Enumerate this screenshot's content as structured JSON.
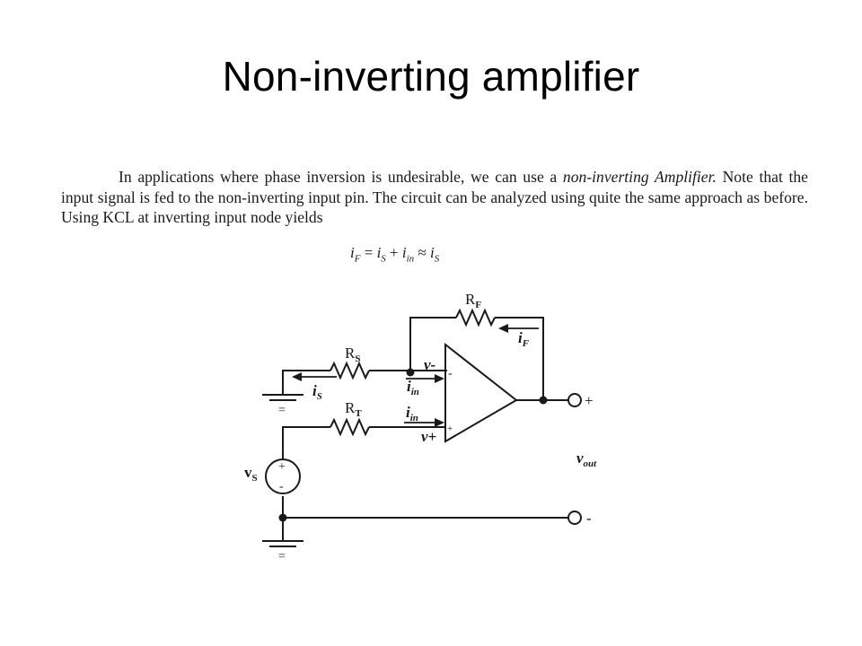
{
  "slide": {
    "title": "Non-inverting amplifier"
  },
  "paragraph": {
    "line1_start": "In applications where phase inversion is undesirable, we can use a ",
    "line1_em": "non-inverting Amplifier.",
    "line1_rest": "  Note that the input signal is fed to the non-inverting input pin. The circuit can be analyzed using quite the same approach as before. Using KCL at inverting input node yields"
  },
  "equation": {
    "iF": "i",
    "iF_sub": "F",
    "eq": " = ",
    "iS": "i",
    "iS_sub": "S",
    "plus": " + ",
    "iin": "i",
    "iin_sub": "in",
    "approx": " ≈ ",
    "iS2": "i",
    "iS2_sub": "S"
  },
  "circuit": {
    "labels": {
      "RF": "R",
      "RF_sub": "F",
      "RS": "R",
      "RS_sub": "S",
      "RT": "R",
      "RT_sub": "T",
      "iF": "i",
      "iF_sub": "F",
      "iS": "i",
      "iS_sub": "S",
      "iin_top": "i",
      "iin_top_sub": "in",
      "iin_bot": "i",
      "iin_bot_sub": "in",
      "v_minus": "v-",
      "v_plus": "v+",
      "vS": "v",
      "vS_sub": "S",
      "vout": "v",
      "vout_sub": "out",
      "out_plus": "+",
      "out_minus": "-",
      "src_plus": "+",
      "src_minus": "-",
      "opamp_minus": "-",
      "opamp_plus": "+",
      "ground_mark_1": "=",
      "ground_mark_2": "="
    }
  }
}
